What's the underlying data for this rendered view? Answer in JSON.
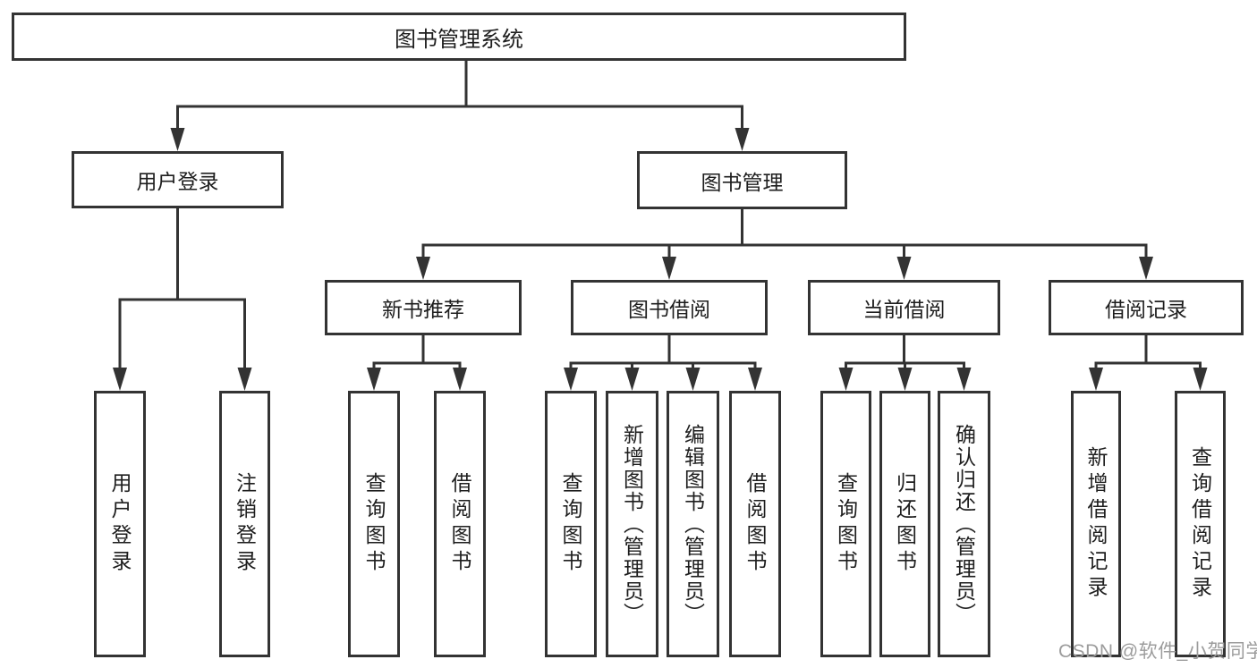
{
  "diagram_title": "图书管理系统",
  "tree": {
    "root": "图书管理系统",
    "level1": [
      {
        "label": "用户登录",
        "children": [
          "用户登录",
          "注销登录"
        ]
      },
      {
        "label": "图书管理",
        "children": [
          {
            "label": "新书推荐",
            "children": [
              "查询图书",
              "借阅图书"
            ]
          },
          {
            "label": "图书借阅",
            "children": [
              "查询图书",
              "新增图书（管理员）",
              "编辑图书（管理员）",
              "借阅图书"
            ]
          },
          {
            "label": "当前借阅",
            "children": [
              "查询图书",
              "归还图书",
              "确认归还（管理员）"
            ]
          },
          {
            "label": "借阅记录",
            "children": [
              "新增借阅记录",
              "查询借阅记录"
            ]
          }
        ]
      }
    ]
  },
  "watermark": "CSDN @软件_小贺同学",
  "colors": {
    "line": "#333333",
    "text": "#1e1e1e",
    "watermark": "#9c9c9c",
    "background": "#ffffff"
  }
}
